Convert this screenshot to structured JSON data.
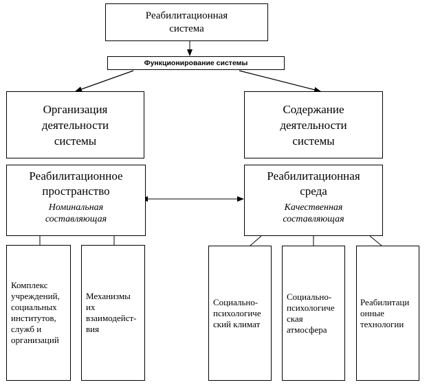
{
  "top": {
    "lines": [
      "Реабилитационная",
      "система"
    ]
  },
  "functioning": {
    "label": "Функционирование системы"
  },
  "organization": {
    "lines": [
      "Организация",
      "деятельности",
      "системы"
    ]
  },
  "content": {
    "lines": [
      "Содержание",
      "деятельности",
      "системы"
    ]
  },
  "space": {
    "lines": [
      "Реабилитационное",
      "пространство"
    ],
    "subtitle": [
      "Номинальная",
      "составляющая"
    ]
  },
  "environment": {
    "lines": [
      "Реабилитационная",
      "среда"
    ],
    "subtitle": [
      "Качественная",
      "составляющая"
    ]
  },
  "complex": {
    "lines": [
      "Комплекс",
      "учреждений,",
      "социальных",
      "институтов,",
      "служб и",
      "организаций"
    ]
  },
  "mechanisms": {
    "lines": [
      "Механизмы",
      "их",
      "взаимодейст-",
      "вия"
    ]
  },
  "climate": {
    "lines": [
      "Социально-",
      "психологиче",
      "ский климат"
    ]
  },
  "atmosphere": {
    "lines": [
      "Социально-",
      "психологиче",
      "ская",
      "атмосфера"
    ]
  },
  "technologies": {
    "lines": [
      "Реабилитаци",
      "онные",
      "технологии"
    ]
  }
}
